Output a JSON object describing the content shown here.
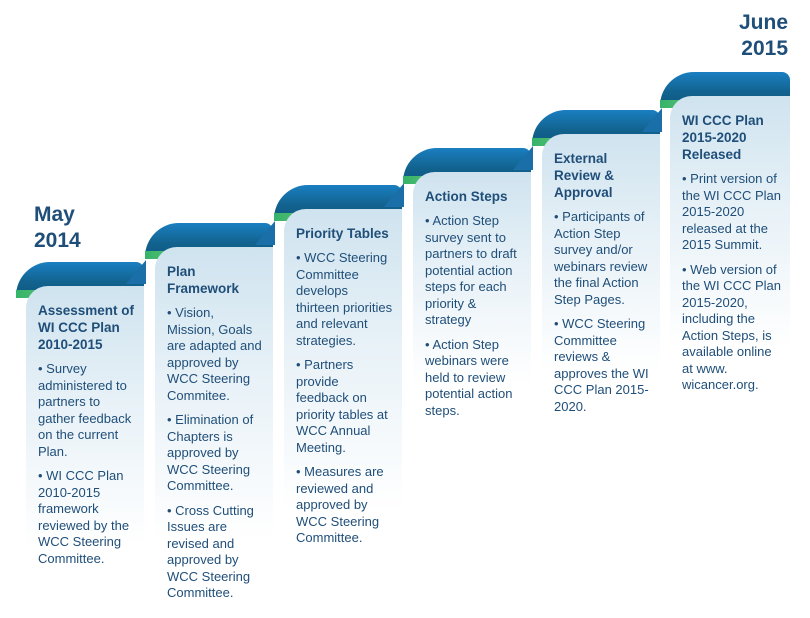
{
  "dates": {
    "start": "May\n2014",
    "end": "June\n2015"
  },
  "steps": [
    {
      "title": "Assessment of WI CCC Plan 2010-2015",
      "bullets": [
        "• Survey administered to partners to gather feedback on the current Plan.",
        "• WI CCC Plan 2010-2015 framework reviewed by the WCC  Steering Committee."
      ]
    },
    {
      "title": "Plan Framework",
      "bullets": [
        "• Vision, Mission, Goals are adapted and approved by WCC Steering Commitee.",
        "• Elimination of Chapters is approved by WCC Steering Committee.",
        "• Cross Cutting Issues are revised and approved by WCC Steering Committee."
      ]
    },
    {
      "title": "Priority Tables",
      "bullets": [
        "• WCC Steering Committee develops thirteen priorities and relevant strategies.",
        "• Partners provide feedback on priority tables at WCC Annual Meeting.",
        "• Measures are reviewed and approved by WCC Steering Committee."
      ]
    },
    {
      "title": "Action Steps",
      "bullets": [
        "• Action Step survey sent to partners to draft potential action steps for each priority & strategy",
        "• Action Step webinars were held to review potential action steps."
      ]
    },
    {
      "title": "External Review & Approval",
      "bullets": [
        "• Participants of Action Step survey and/or webinars review the final Action Step Pages.",
        "• WCC Steering Committee reviews & approves the WI CCC Plan 2015-2020."
      ]
    },
    {
      "title": "WI CCC Plan 2015-2020 Released",
      "bullets": [
        "• Print version of the WI CCC Plan 2015-2020 released at the 2015 Summit.",
        "• Web version of the WI CCC Plan 2015-2020, including the Action Steps, is available online at www. wicancer.org."
      ]
    }
  ]
}
